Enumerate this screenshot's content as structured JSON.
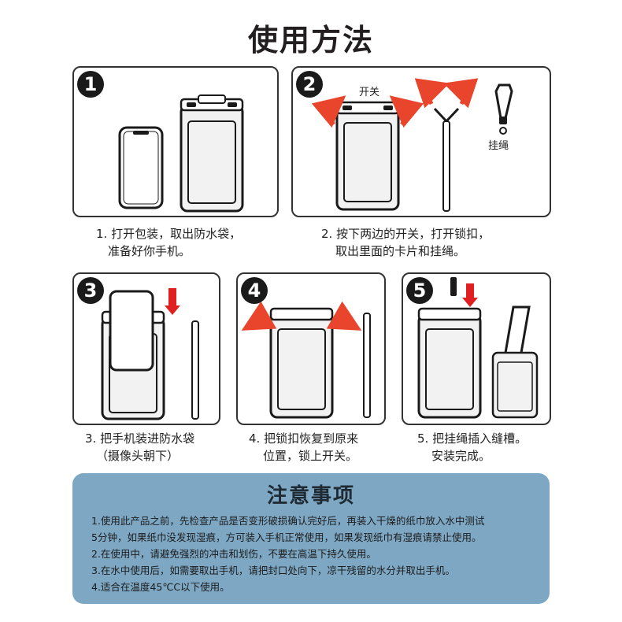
{
  "title": "使用方法",
  "steps": [
    {
      "number": "1",
      "caption_lines": [
        "1. 打开包装，取出防水袋，",
        "准备好你手机。"
      ]
    },
    {
      "number": "2",
      "caption_lines": [
        "2. 按下两边的开关，打开锁扣，",
        "取出里面的卡片和挂绳。"
      ],
      "labels": {
        "switch": "开关",
        "lanyard": "挂绳"
      }
    },
    {
      "number": "3",
      "caption_lines": [
        "3. 把手机装进防水袋",
        "（摄像头朝下）"
      ]
    },
    {
      "number": "4",
      "caption_lines": [
        "4. 把锁扣恢复到原来",
        "位置，锁上开关。"
      ]
    },
    {
      "number": "5",
      "caption_lines": [
        "5. 把挂绳插入缝槽。",
        "安装完成。"
      ]
    }
  ],
  "notice": {
    "title": "注意事项",
    "lines": [
      "1.使用此产品之前，先检查产品是否变形破损确认完好后，再装入干燥的纸巾放入水中测试",
      "5分钟，如果纸巾没发现湿痕，方可装入手机正常使用，如果发现纸巾有湿痕请禁止使用。",
      "2.在使用中，请避免强烈的冲击和划伤，不要在高温下持久使用。",
      "3.在水中使用后，如需要取出手机，请把封口处向下，凉干残留的水分并取出手机。",
      "4.适合在温度45℃C以下使用。"
    ]
  },
  "colors": {
    "accent_red": "#e02020",
    "arrow_red": "#e8452c",
    "notice_bg": "#7da7c3",
    "pouch_tint": "#f2f2f2"
  }
}
